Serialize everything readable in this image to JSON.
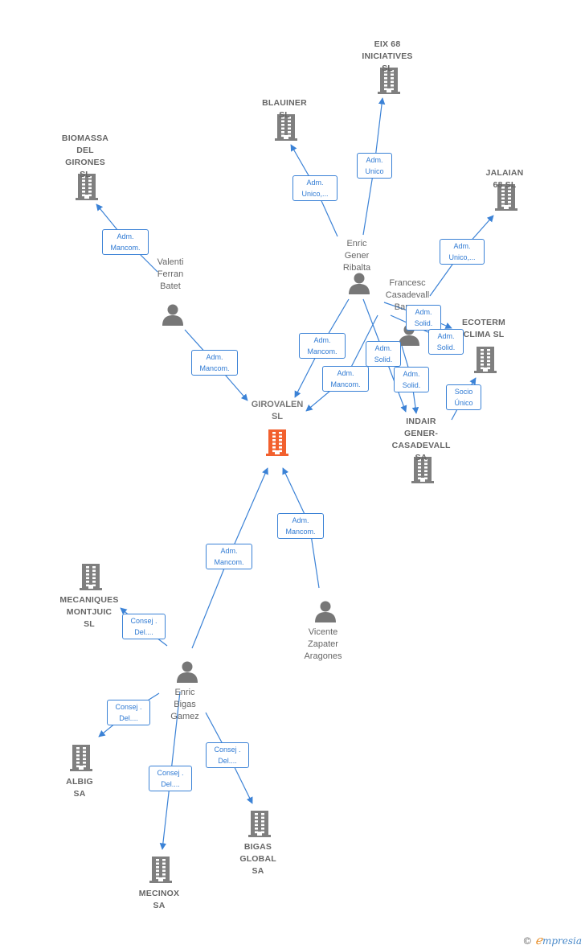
{
  "colors": {
    "main_company": "#f2602e",
    "company": "#7f7f7f",
    "person": "#777777",
    "edge": "#3b82d6",
    "label_text": "#666666"
  },
  "nodes": [
    {
      "id": "girovalen",
      "type": "main",
      "label": "GIROVALEN\nSL"
    },
    {
      "id": "eix68",
      "type": "company",
      "label": "EIX 68\nINICIATIVES SL"
    },
    {
      "id": "blauiner",
      "type": "company",
      "label": "BLAUINER  SL"
    },
    {
      "id": "biomassa",
      "type": "company",
      "label": "BIOMASSA\nDEL\nGIRONES SL"
    },
    {
      "id": "jalaian",
      "type": "company",
      "label": "JALAIAN 68  SL"
    },
    {
      "id": "ecoterm",
      "type": "company",
      "label": "ECOTERM\nCLIMA  SL"
    },
    {
      "id": "indair",
      "type": "company",
      "label": "INDAIR\nGENER-\nCASADEVALL SA"
    },
    {
      "id": "mecaniques",
      "type": "company",
      "label": "MECANIQUES\nMONTJUIC SL"
    },
    {
      "id": "albig",
      "type": "company",
      "label": "ALBIG SA"
    },
    {
      "id": "mecinox",
      "type": "company",
      "label": "MECINOX SA"
    },
    {
      "id": "bigas",
      "type": "company",
      "label": "BIGAS\nGLOBAL SA"
    },
    {
      "id": "enric_gener",
      "type": "person",
      "label": "Enric Gener\nRibalta"
    },
    {
      "id": "valenti",
      "type": "person",
      "label": "Valenti\nFerran\nBatet"
    },
    {
      "id": "francesc",
      "type": "person",
      "label": "Francesc\nCasadevall\nBarn..."
    },
    {
      "id": "vicente",
      "type": "person",
      "label": "Vicente\nZapater\nAragones"
    },
    {
      "id": "enric_bigas",
      "type": "person",
      "label": "Enric Bigas\nGamez"
    }
  ],
  "relations": [
    {
      "id": "r1",
      "label": "Adm.\nUnico"
    },
    {
      "id": "r2",
      "label": "Adm.\nUnico,..."
    },
    {
      "id": "r3",
      "label": "Adm.\nMancom."
    },
    {
      "id": "r4",
      "label": "Adm.\nUnico,..."
    },
    {
      "id": "r5",
      "label": "Adm.\nSolid."
    },
    {
      "id": "r6",
      "label": "Adm.\nSolid."
    },
    {
      "id": "r7",
      "label": "Adm.\nMancom."
    },
    {
      "id": "r8",
      "label": "Adm.\nMancom."
    },
    {
      "id": "r9",
      "label": "Adm.\nSolid."
    },
    {
      "id": "r10",
      "label": "Adm.\nMancom."
    },
    {
      "id": "r11",
      "label": "Adm.\nSolid."
    },
    {
      "id": "r12",
      "label": "Socio\nÚnico"
    },
    {
      "id": "r13",
      "label": "Adm.\nMancom."
    },
    {
      "id": "r14",
      "label": "Adm.\nMancom."
    },
    {
      "id": "r15",
      "label": "Consej .\nDel...."
    },
    {
      "id": "r16",
      "label": "Consej .\nDel...."
    },
    {
      "id": "r17",
      "label": "Consej .\nDel...."
    },
    {
      "id": "r18",
      "label": "Consej .\nDel...."
    }
  ],
  "copyright": {
    "symbol": "©",
    "brand_initial": "ℯ",
    "brand_rest": "mpresia"
  }
}
